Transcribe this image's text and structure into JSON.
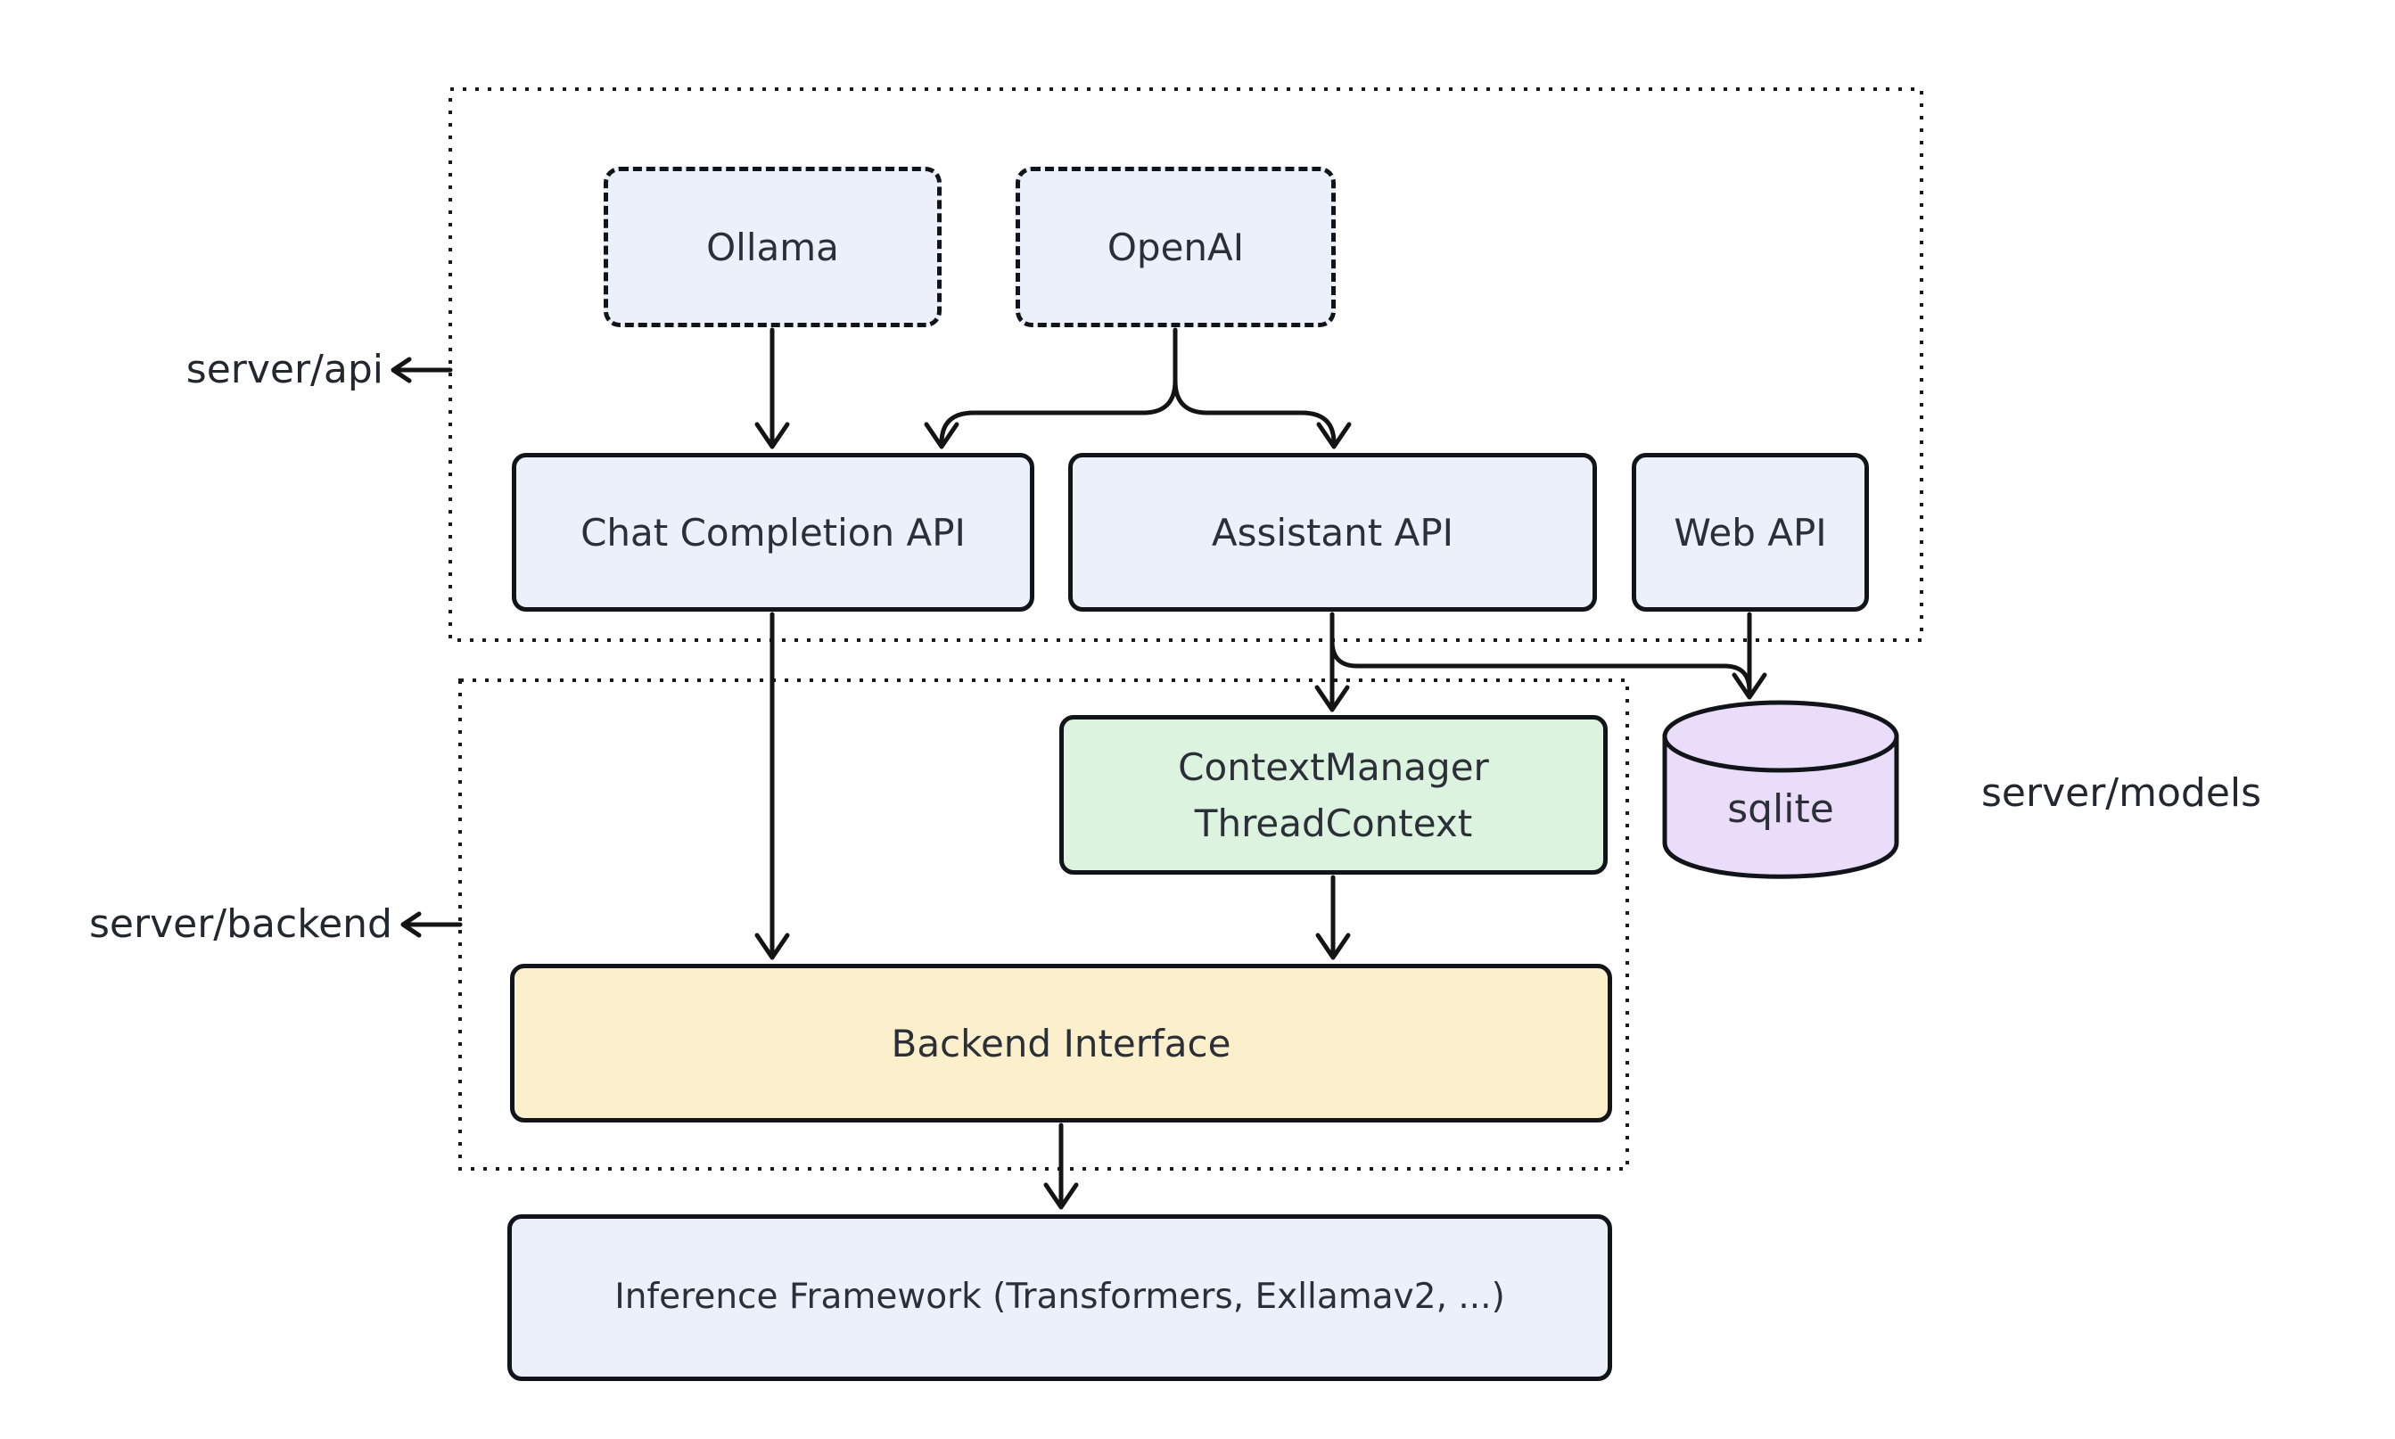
{
  "diagram": {
    "background": "#ffffff",
    "stroke_color": "#141414",
    "text_color": "#2b3038"
  },
  "groups": {
    "server_api": {
      "label": "server/api"
    },
    "server_backend": {
      "label": "server/backend"
    },
    "server_models": {
      "label": "server/models"
    }
  },
  "nodes": {
    "ollama": {
      "label": "Ollama",
      "fill": "#ebf0fb",
      "border": "dashed"
    },
    "openai": {
      "label": "OpenAI",
      "fill": "#ebf0fb",
      "border": "dashed"
    },
    "chat_completion_api": {
      "label": "Chat Completion API",
      "fill": "#ebf0fb",
      "border": "solid"
    },
    "assistant_api": {
      "label": "Assistant API",
      "fill": "#ebf0fb",
      "border": "solid"
    },
    "web_api": {
      "label": "Web API",
      "fill": "#ebf0fb",
      "border": "solid"
    },
    "context_manager": {
      "lines": [
        "ContextManager",
        "ThreadContext"
      ],
      "fill": "#dcf3df",
      "border": "solid"
    },
    "backend_interface": {
      "label": "Backend Interface",
      "fill": "#fcefcb",
      "border": "solid"
    },
    "inference_framework": {
      "label": "Inference Framework (Transformers, Exllamav2, ...)",
      "fill": "#ebf0fb",
      "border": "solid"
    },
    "sqlite": {
      "label": "sqlite",
      "fill": "#e9ddf9",
      "shape": "cylinder"
    }
  },
  "edges": [
    {
      "from": "Ollama",
      "to": "Chat Completion API"
    },
    {
      "from": "OpenAI",
      "to": "Chat Completion API"
    },
    {
      "from": "OpenAI",
      "to": "Assistant API"
    },
    {
      "from": "Assistant API",
      "to": "ContextManager ThreadContext"
    },
    {
      "from": "Assistant API",
      "to": "sqlite"
    },
    {
      "from": "Web API",
      "to": "sqlite"
    },
    {
      "from": "Chat Completion API",
      "to": "Backend Interface"
    },
    {
      "from": "ContextManager ThreadContext",
      "to": "Backend Interface"
    },
    {
      "from": "Backend Interface",
      "to": "Inference Framework (Transformers, Exllamav2, ...)"
    }
  ]
}
